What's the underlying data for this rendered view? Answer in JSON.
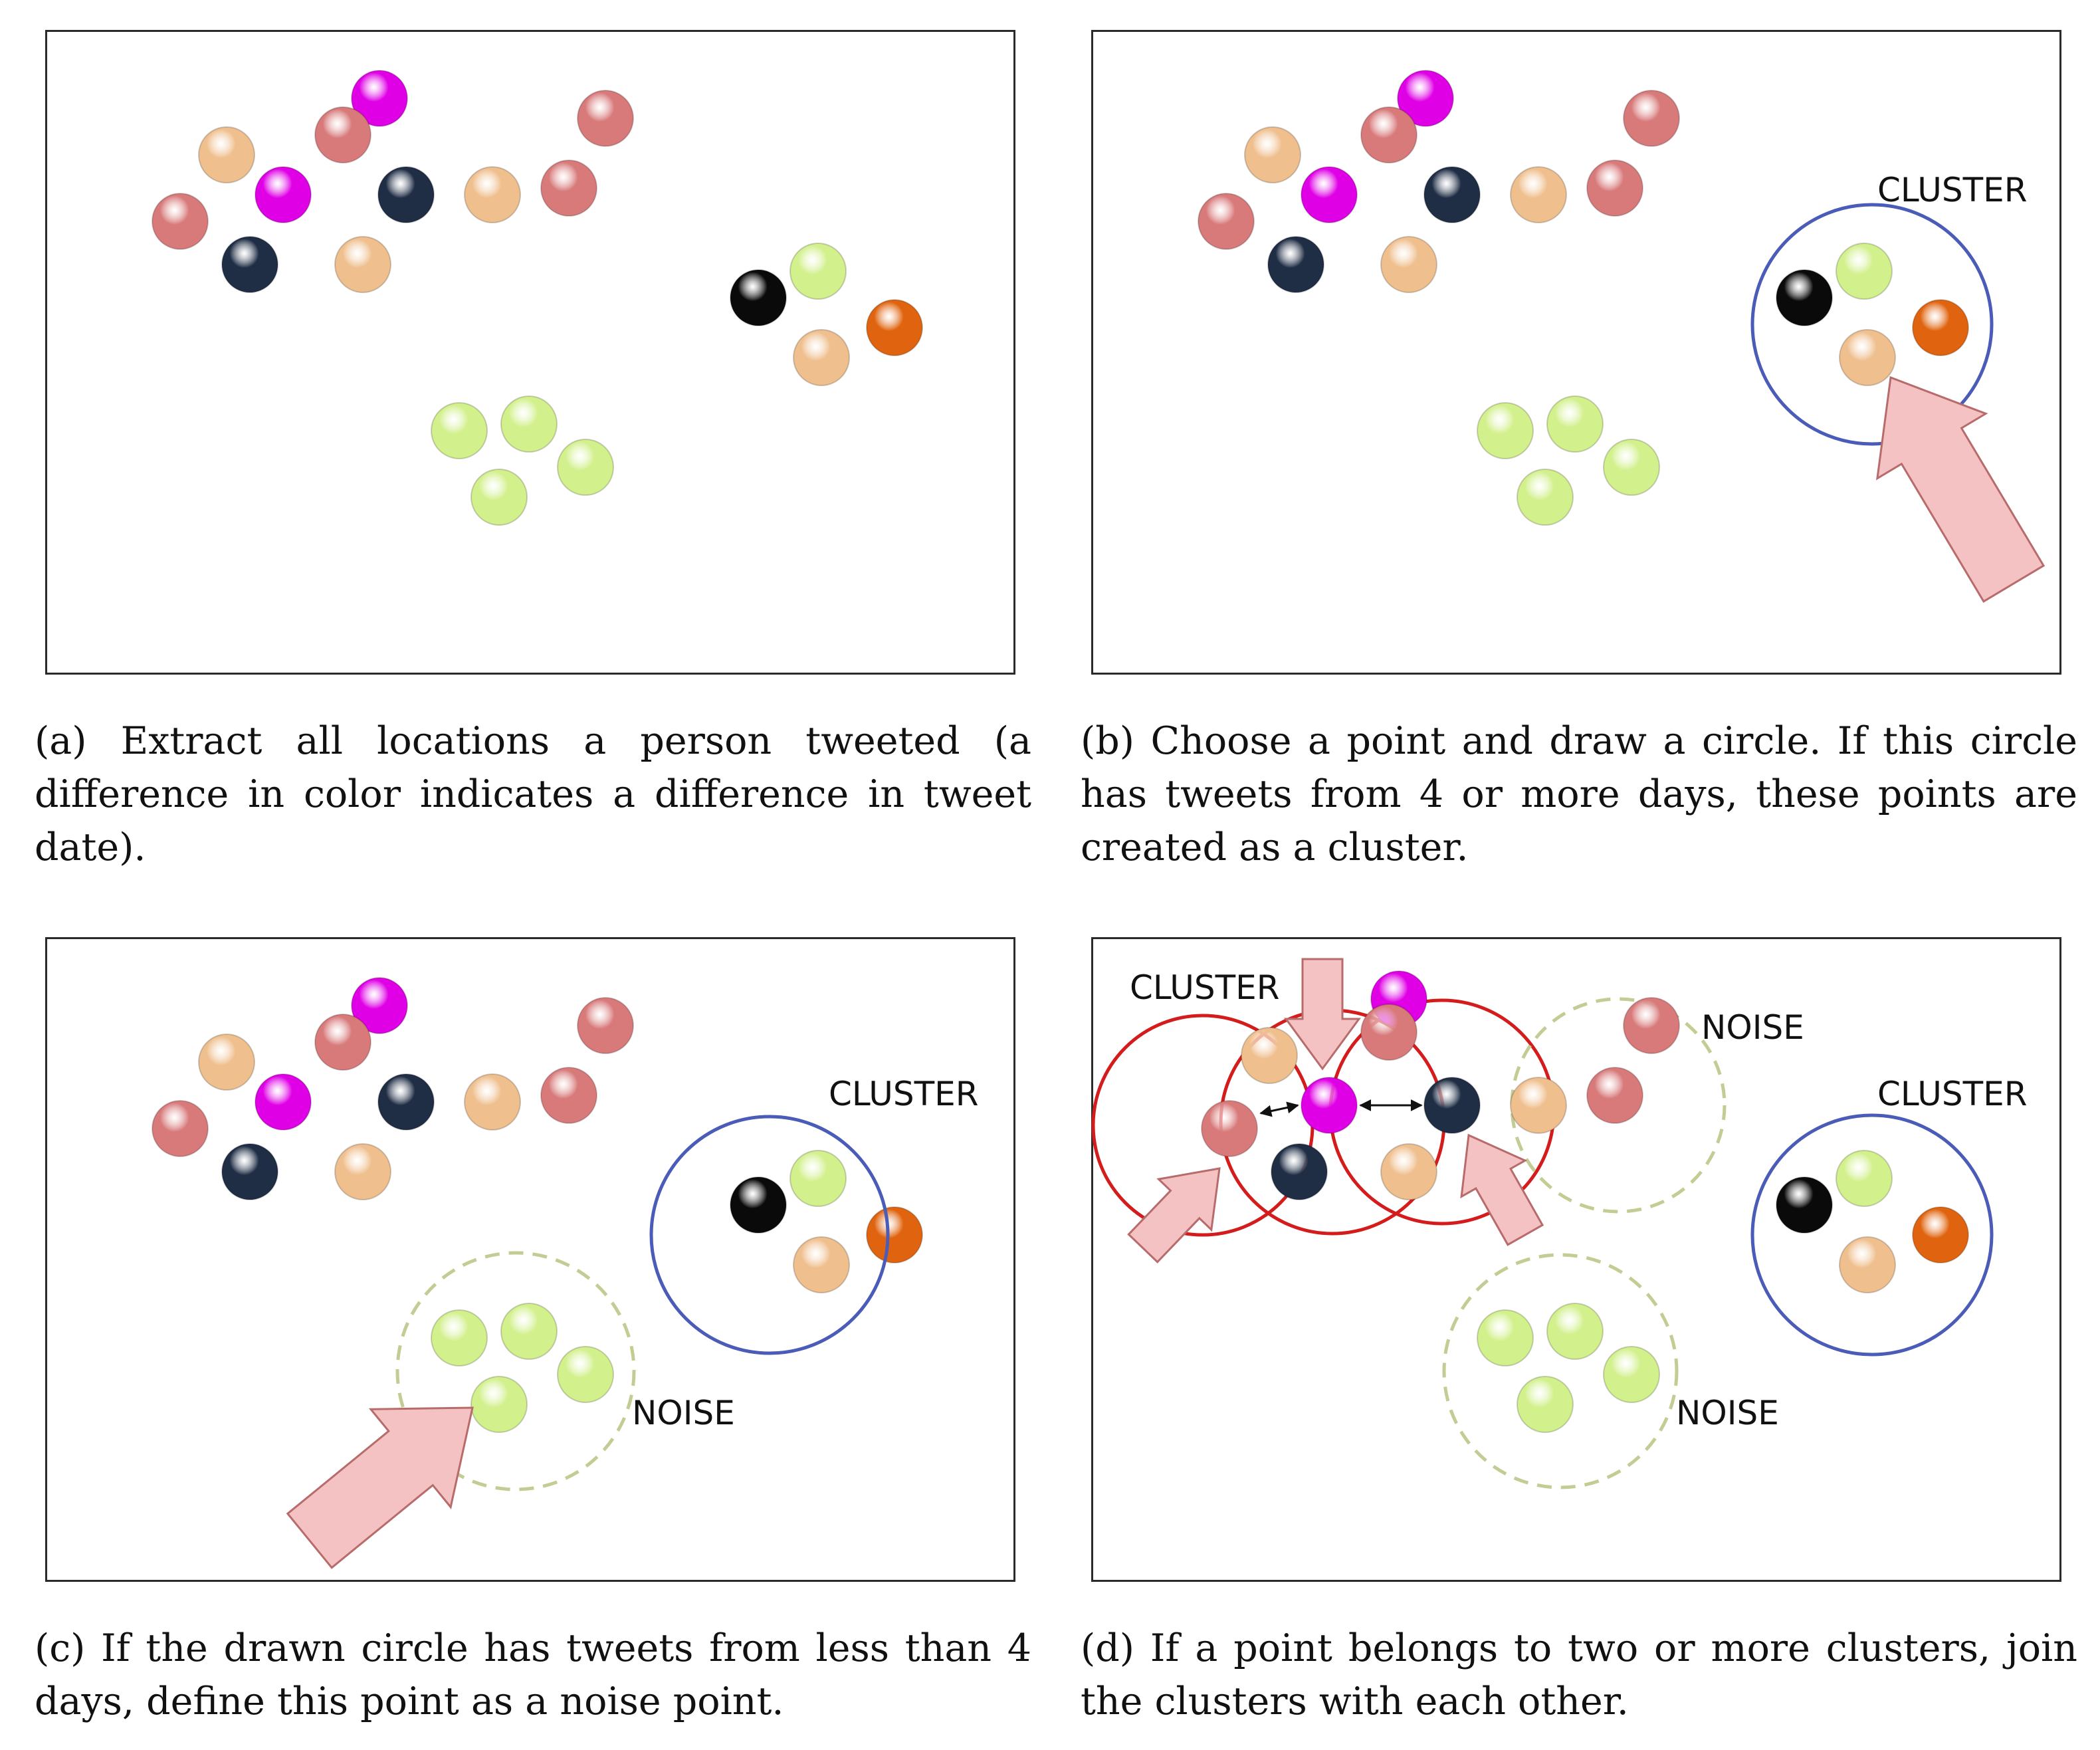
{
  "panels": [
    {
      "id": "a",
      "caption": "(a) Extract all locations a person tweeted (a difference in color indicates a difference in tweet date).",
      "labels": []
    },
    {
      "id": "b",
      "caption": "(b) Choose a point and draw a circle. If this circle has tweets from 4 or more days, these points are created as a cluster.",
      "labels": [
        "CLUSTER"
      ]
    },
    {
      "id": "c",
      "caption": "(c) If the drawn circle has tweets from less than 4 days, define this point as a noise point.",
      "labels": [
        "CLUSTER",
        "NOISE"
      ]
    },
    {
      "id": "d",
      "caption": "(d) If a point belongs to two or more clusters, join the clusters with each other.",
      "labels": [
        "CLUSTER",
        "NOISE",
        "CLUSTER",
        "NOISE"
      ]
    }
  ],
  "colors": {
    "magenta": "#e000e6",
    "salmon": "#d8797a",
    "peach": "#efbf8e",
    "navy": "#1f2d45",
    "black": "#0a0a0a",
    "lime": "#d2f08c",
    "orange": "#e0640f",
    "cluster_circle": "#4a5cb8",
    "join_circle": "#d41c1c",
    "noise_circle": "#c3cc93",
    "arrow_fill": "#f4c2c2",
    "arrow_stroke": "#b86b6b"
  }
}
